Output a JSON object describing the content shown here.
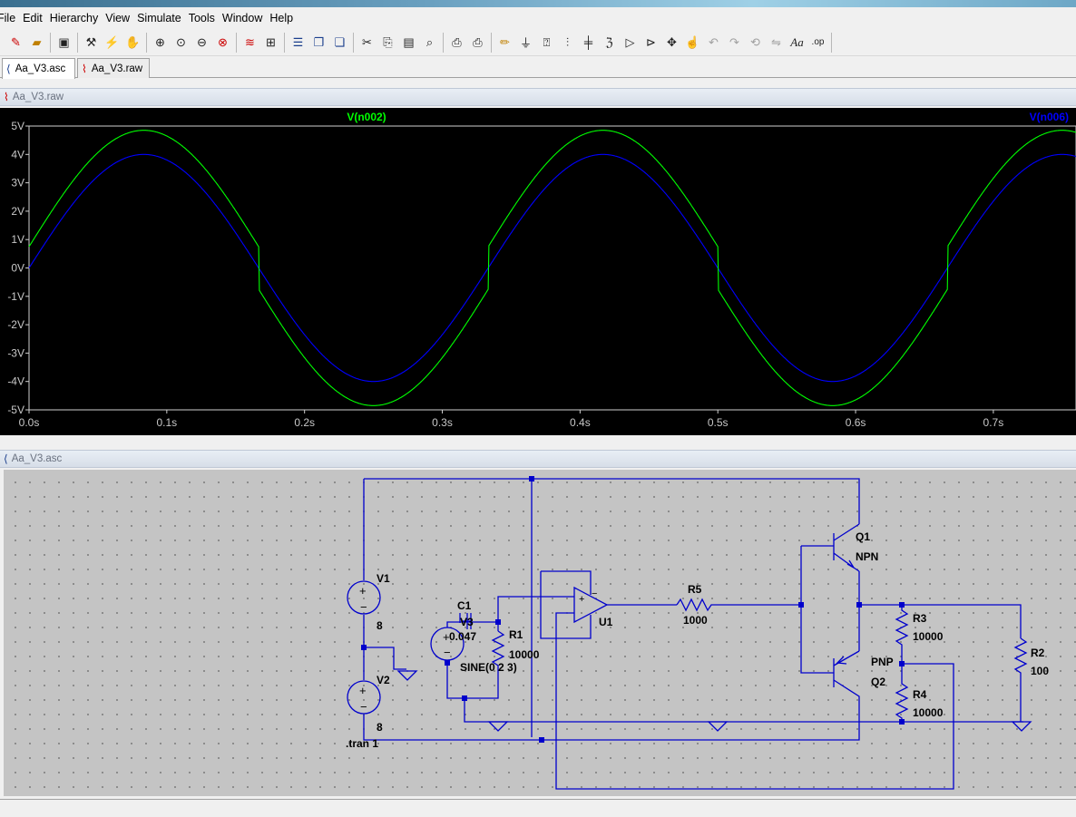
{
  "menu": [
    "File",
    "Edit",
    "Hierarchy",
    "View",
    "Simulate",
    "Tools",
    "Window",
    "Help"
  ],
  "toolbar_icons": [
    "new-schematic-icon",
    "open-icon",
    "save-icon",
    "control-panel-icon",
    "run-icon",
    "halt-icon",
    "zoom-in-icon",
    "zoom-pan-icon",
    "zoom-out-icon",
    "zoom-cancel-icon",
    "autorange-icon",
    "grid-icon",
    "tile-horizontal-icon",
    "cascade-icon",
    "tile-vertical-icon",
    "cut-icon",
    "copy-icon",
    "paste-icon",
    "find-icon",
    "print-setup-icon",
    "print-icon",
    "wire-icon",
    "ground-icon",
    "label-net-icon",
    "resistor-icon",
    "capacitor-icon",
    "inductor-icon",
    "diode-icon",
    "component-icon",
    "move-icon",
    "drag-icon",
    "undo-icon",
    "redo-icon",
    "rotate-icon",
    "mirror-icon",
    "text-icon",
    "spice-directive-icon"
  ],
  "tabs": [
    {
      "label": "Aa_V3.asc",
      "icon": "schematic-icon"
    },
    {
      "label": "Aa_V3.raw",
      "icon": "waveform-icon"
    }
  ],
  "plot_pane": {
    "title": "Aa_V3.raw"
  },
  "schematic_pane": {
    "title": "Aa_V3.asc"
  },
  "chart_data": {
    "type": "line",
    "title": "",
    "xlabel": "",
    "ylabel": "",
    "xlim": [
      0.0,
      0.76
    ],
    "ylim": [
      -5,
      5
    ],
    "x_ticks": [
      "0.0s",
      "0.1s",
      "0.2s",
      "0.3s",
      "0.4s",
      "0.5s",
      "0.6s",
      "0.7s"
    ],
    "y_ticks": [
      "5V",
      "4V",
      "3V",
      "2V",
      "1V",
      "0V",
      "-1V",
      "-2V",
      "-3V",
      "-4V",
      "-5V"
    ],
    "background": "#000000",
    "series": [
      {
        "name": "V(n002)",
        "color": "#00ff00",
        "description": "sine 3 Hz with crossover distortion",
        "amplitude": 4.85,
        "frequency_hz": 3,
        "crossover_jump_v": 0.75,
        "x": [
          0.0,
          0.0833,
          0.1667,
          0.25,
          0.3333,
          0.4167,
          0.5,
          0.5833,
          0.6667,
          0.75
        ],
        "y": [
          0.75,
          4.85,
          0.75,
          -4.85,
          -0.75,
          4.85,
          0.75,
          -4.85,
          -0.75,
          4.85
        ]
      },
      {
        "name": "V(n006)",
        "color": "#0000ff",
        "description": "sine 3 Hz",
        "amplitude": 4.0,
        "frequency_hz": 3,
        "x": [
          0.0,
          0.0833,
          0.1667,
          0.25,
          0.3333,
          0.4167,
          0.5,
          0.5833,
          0.6667,
          0.75
        ],
        "y": [
          0,
          4.0,
          0,
          -4.0,
          0,
          4.0,
          0,
          -4.0,
          0,
          4.0
        ]
      }
    ],
    "grid": false,
    "legend": "top (trace names above plot)"
  },
  "schematic": {
    "wire_color": "#0000cc",
    "labels": {
      "v1": "V1",
      "v1_val": "8",
      "v2": "V2",
      "v2_val": "8",
      "v3": "V3",
      "v3_val": "SINE(0 2 3)",
      "c1": "C1",
      "c1_val": "0.047",
      "r1": "R1",
      "r1_val": "10000",
      "r2": "R2",
      "r2_val": "100",
      "r3": "R3",
      "r3_val": "10000",
      "r4": "R4",
      "r4_val": "10000",
      "r5": "R5",
      "r5_val": "1000",
      "q1": "Q1",
      "q1_type": "NPN",
      "q2": "Q2",
      "q2_type": "PNP",
      "u1": "U1",
      "tran": ".tran 1"
    }
  }
}
